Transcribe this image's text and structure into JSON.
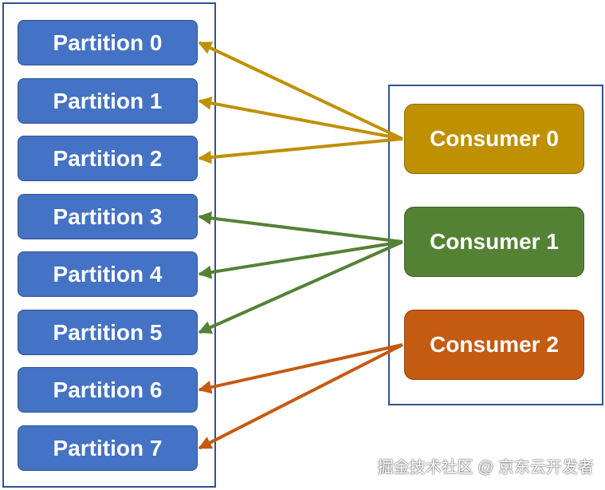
{
  "partitions": [
    "Partition 0",
    "Partition 1",
    "Partition 2",
    "Partition 3",
    "Partition 4",
    "Partition 5",
    "Partition 6",
    "Partition 7"
  ],
  "consumers": [
    {
      "label": "Consumer 0",
      "color": "#bf9000",
      "border": "#8c6a00",
      "partitions": [
        0,
        1,
        2
      ]
    },
    {
      "label": "Consumer 1",
      "color": "#548235",
      "border": "#3b5e25",
      "partitions": [
        3,
        4,
        5
      ]
    },
    {
      "label": "Consumer 2",
      "color": "#c55a11",
      "border": "#8f400b",
      "partitions": [
        6,
        7
      ]
    }
  ],
  "watermark": "掘金技术社区 @ 京东云开发者"
}
